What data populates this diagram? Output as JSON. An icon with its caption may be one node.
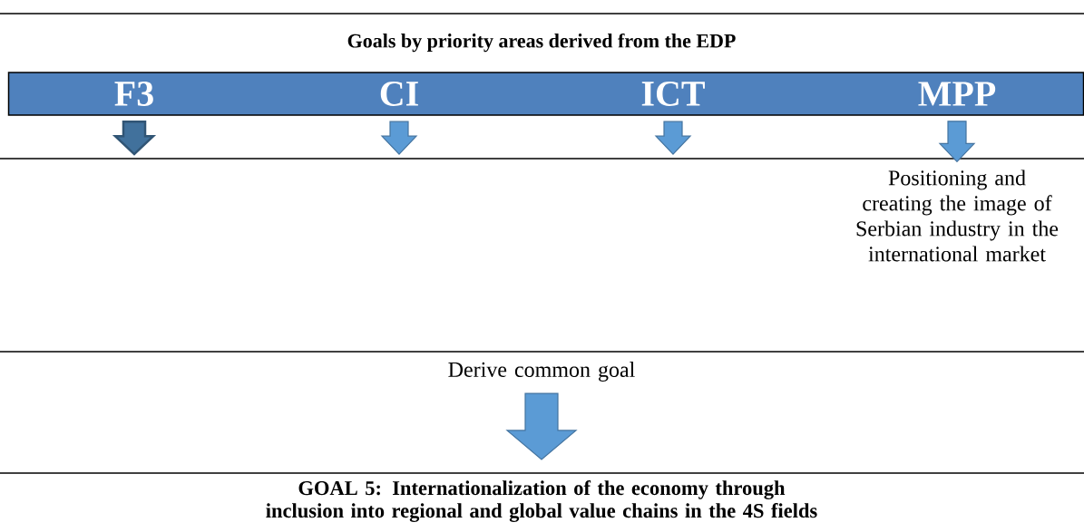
{
  "diagram": {
    "title": "Goals by priority areas derived from the EDP",
    "nodes": [
      {
        "text": [],
        "shape": "bar"
      },
      {
        "text": [
          "F3"
        ],
        "in": 0
      },
      {
        "text": [
          "CI"
        ],
        "in": 0
      },
      {
        "text": [
          "ICT"
        ],
        "in": 0
      },
      {
        "text": [
          "MPP"
        ],
        "in": 0
      },
      {
        "text": [
          "Positioning and creating the image of Serbian industry in the international market"
        ]
      },
      {
        "text": [
          "Derive common goal"
        ]
      },
      {
        "text": [
          "GOAL 5: Internationalization of the economy through inclusion into regional and global value chains in the 4S fields"
        ]
      }
    ],
    "edges": [
      {
        "from": 1,
        "to": null,
        "arrow": "to",
        "style": "thick",
        "color": "#41719c"
      },
      {
        "from": 2,
        "to": null,
        "arrow": "to"
      },
      {
        "from": 3,
        "to": null,
        "arrow": "to"
      },
      {
        "from": 4,
        "to": 5,
        "arrow": "to"
      },
      {
        "from": 6,
        "to": 7,
        "arrow": "to"
      }
    ]
  }
}
